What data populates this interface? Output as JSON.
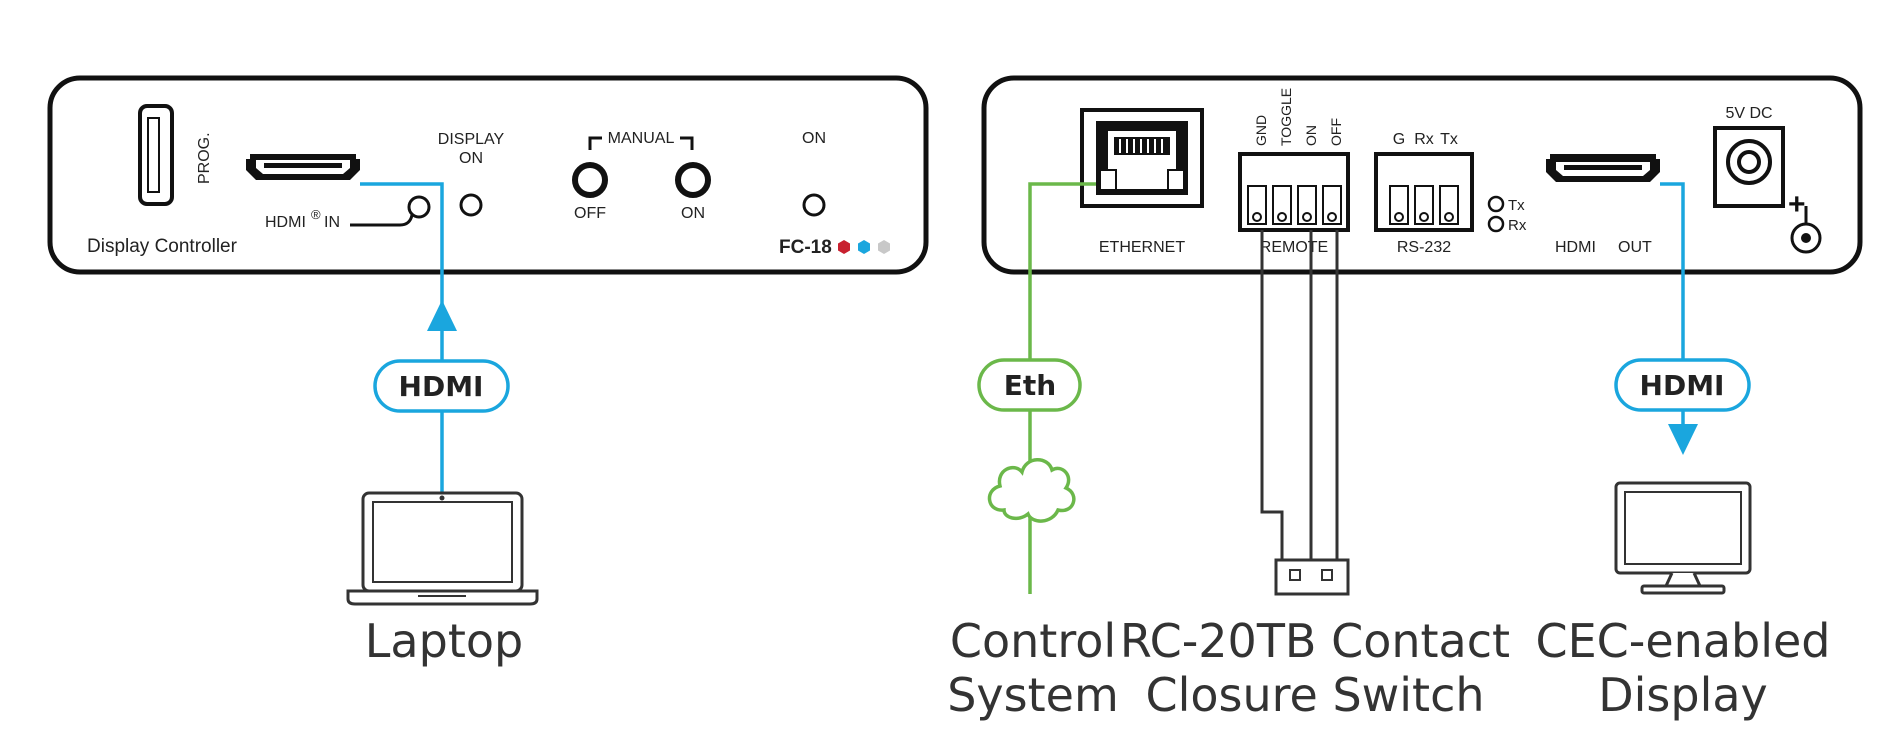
{
  "left_panel": {
    "prog": "PROG.",
    "hdmi_in": "HDMI",
    "hdmi_in_reg": "®",
    "hdmi_in_suffix": "IN",
    "display_on_line1": "DISPLAY",
    "display_on_line2": "ON",
    "manual": "MANUAL",
    "manual_off": "OFF",
    "manual_on": "ON",
    "on": "ON",
    "device_name": "Display Controller",
    "model": "FC-18"
  },
  "right_panel": {
    "ethernet": "ETHERNET",
    "remote_pins": [
      "GND",
      "TOGGLE",
      "ON",
      "OFF"
    ],
    "remote": "REMOTE",
    "rs232_pins": [
      "G",
      "Rx",
      "Tx"
    ],
    "rs232": "RS-232",
    "tx": "Tx",
    "rx": "Rx",
    "hdmi_out_1": "HDMI",
    "hdmi_out_2": "OUT",
    "power": "5V DC",
    "plus": "+"
  },
  "cables": {
    "hdmi_in": "HDMI",
    "eth": "Eth",
    "hdmi_out": "HDMI"
  },
  "devices": {
    "laptop": "Laptop",
    "control_system_1": "Control",
    "control_system_2": "System",
    "switch_1": "RC-20TB Contact",
    "switch_2": "Closure Switch",
    "display_1": "CEC-enabled",
    "display_2": "Display"
  },
  "colors": {
    "hdmi": "#1aa6de",
    "ethernet": "#6bb84a",
    "logo_red": "#c8202f",
    "logo_blue": "#1aa6de",
    "logo_gray": "#c8c8c8"
  }
}
